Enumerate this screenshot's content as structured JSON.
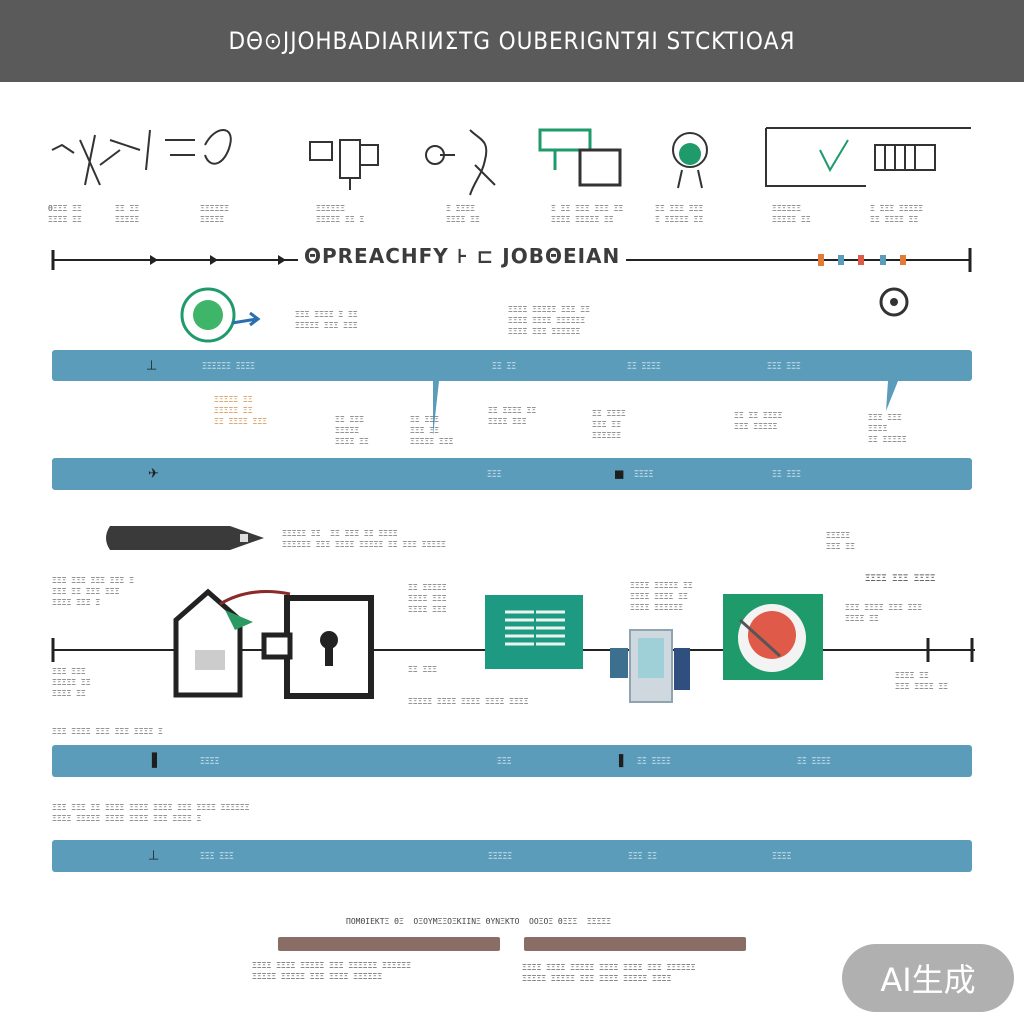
{
  "header": {
    "title": "DΘ⊙JJOHBADIARIИΣTG ΟUBERIGNTЯI SΤCKTIΟAЯ"
  },
  "timeline": {
    "title": "ΘPREACHFY ⊦ ⊏ JΟΒΘEIAN"
  },
  "icons_row": {
    "captions": [
      "ΘΞΞΞ ΞΞ\nΞΞΞΞ ΞΞ",
      "ΞΞ ΞΞ\nΞΞΞΞΞ",
      "ΞΞΞΞΞΞ\nΞΞΞΞΞ",
      "ΞΞΞΞΞΞ\nΞΞΞΞΞ ΞΞ Ξ",
      "Ξ ΞΞΞΞ\nΞΞΞΞ ΞΞ",
      "Ξ ΞΞ ΞΞΞ ΞΞΞ ΞΞ\nΞΞΞΞ ΞΞΞΞΞ ΞΞ",
      "ΞΞ ΞΞΞ ΞΞΞ\nΞ ΞΞΞΞΞ ΞΞ",
      "ΞΞΞΞΞΞ\nΞΞΞΞΞ ΞΞ",
      "Ξ ΞΞΞ ΞΞΞΞΞ\nΞΞ ΞΞΞΞ ΞΞ"
    ]
  },
  "phase1": {
    "note_left": "ΞΞΞ ΞΞΞΞ Ξ ΞΞ\nΞΞΞΞΞ ΞΞΞ ΞΞΞ",
    "note_center": "ΞΞΞΞ ΞΞΞΞΞ ΞΞΞ ΞΞ\nΞΞΞΞ ΞΞΞΞ ΞΞΞΞΞΞ\nΞΞΞΞ ΞΞΞ ΞΞΞΞΞΞ",
    "band1_labels": [
      "ΞΞΞΞΞΞ ΞΞΞΞ",
      "ΞΞ ΞΞ",
      "ΞΞ ΞΞΞΞ",
      "ΞΞΞ ΞΞΞ"
    ],
    "notes_between": [
      "ΞΞΞΞΞ ΞΞ\nΞΞΞΞΞ ΞΞ\nΞΞ ΞΞΞΞ ΞΞΞ",
      "ΞΞ ΞΞΞ\nΞΞΞΞΞ\nΞΞΞΞ ΞΞ",
      "ΞΞ ΞΞΞ\nΞΞΞ ΞΞ\nΞΞΞΞΞ ΞΞΞ",
      "ΞΞ ΞΞΞΞ ΞΞ\nΞΞΞΞ ΞΞΞ",
      "ΞΞ ΞΞΞΞ\nΞΞΞ ΞΞ\nΞΞΞΞΞΞ",
      "ΞΞ ΞΞ ΞΞΞΞ\nΞΞΞ ΞΞΞΞΞ",
      "ΞΞΞ ΞΞΞ\nΞΞΞΞ\nΞΞ ΞΞΞΞΞ"
    ],
    "band2_labels": [
      "ΞΞΞ",
      "ΞΞΞΞ",
      "ΞΞ ΞΞΞ"
    ]
  },
  "phase2": {
    "top_text": "ΞΞΞΞΞ ΞΞ  ΞΞ ΞΞΞ ΞΞ ΞΞΞΞ\nΞΞΞΞΞΞ ΞΞΞ ΞΞΞΞ ΞΞΞΞΞ ΞΞ ΞΞΞ ΞΞΞΞΞ",
    "top_right": "ΞΞΞΞΞ\nΞΞΞ ΞΞ",
    "left_text": "ΞΞΞ ΞΞΞ ΞΞΞ ΞΞΞ Ξ\nΞΞΞ ΞΞ ΞΞΞ ΞΞΞ\nΞΞΞΞ ΞΞΞ Ξ",
    "left_low": "ΞΞΞ ΞΞΞ\nΞΞΞΞΞ ΞΞ\nΞΞΞΞ ΞΞ",
    "mid_text": "ΞΞ ΞΞΞΞΞ\nΞΞΞΞ ΞΞΞ\nΞΞΞΞ ΞΞΞ",
    "mid_low": "ΞΞ ΞΞΞ",
    "mid_caption": "ΞΞΞΞΞ ΞΞΞΞ ΞΞΞΞ ΞΞΞΞ ΞΞΞΞ",
    "right_text": "ΞΞΞΞ ΞΞΞΞΞ ΞΞ\nΞΞΞΞ ΞΞΞΞ ΞΞ\nΞΞΞΞ ΞΞΞΞΞΞ",
    "far_right_title": "ΞΞΞΞ ΞΞΞ ΞΞΞΞ",
    "far_right_text": "ΞΞΞ ΞΞΞΞ ΞΞΞ ΞΞΞ\nΞΞΞΞ ΞΞ",
    "far_right_low": "ΞΞΞΞ ΞΞ\nΞΞΞ ΞΞΞΞ ΞΞ",
    "row_caption": "ΞΞΞ ΞΞΞΞ ΞΞΞ ΞΞΞ ΞΞΞΞ Ξ",
    "band3_labels": [
      "ΞΞΞΞ",
      "ΞΞΞ",
      "ΞΞ ΞΞΞΞ",
      "ΞΞ ΞΞΞΞ"
    ]
  },
  "phase3": {
    "text": "ΞΞΞ ΞΞΞ ΞΞ ΞΞΞΞ ΞΞΞΞ ΞΞΞΞ ΞΞΞ ΞΞΞΞ ΞΞΞΞΞΞ\nΞΞΞΞ ΞΞΞΞΞ ΞΞΞΞ ΞΞΞΞ ΞΞΞ ΞΞΞΞ Ξ",
    "band4_labels": [
      "ΞΞΞ ΞΞΞ",
      "ΞΞΞΞΞ",
      "ΞΞΞ ΞΞ",
      "ΞΞΞΞ"
    ]
  },
  "footer": {
    "title": "ΠΟΜΘΙΕΚΤΞ ΘΞ  ΟΞΟΥΜΞΞΟΞΚΙΙΝΞ ΘΥΝΞΚΤΟ  ΟΟΞΟΞ ΘΞΞΞ  ΞΞΞΞΞ",
    "left_text": "ΞΞΞΞ ΞΞΞΞ ΞΞΞΞΞ ΞΞΞ ΞΞΞΞΞΞ ΞΞΞΞΞΞ\nΞΞΞΞΞ ΞΞΞΞΞ ΞΞΞ ΞΞΞΞ ΞΞΞΞΞΞ",
    "right_text": "ΞΞΞΞ ΞΞΞΞ ΞΞΞΞΞ ΞΞΞΞ ΞΞΞΞ ΞΞΞ ΞΞΞΞΞΞ\nΞΞΞΞΞ ΞΞΞΞΞ ΞΞΞ ΞΞΞΞ ΞΞΞΞΞ ΞΞΞΞ"
  },
  "badge": {
    "label": "AI生成"
  },
  "colors": {
    "header": "#5a5a5a",
    "band": "#5b9cba",
    "accent_green": "#1f9a6a",
    "accent_red": "#e05a4a"
  }
}
